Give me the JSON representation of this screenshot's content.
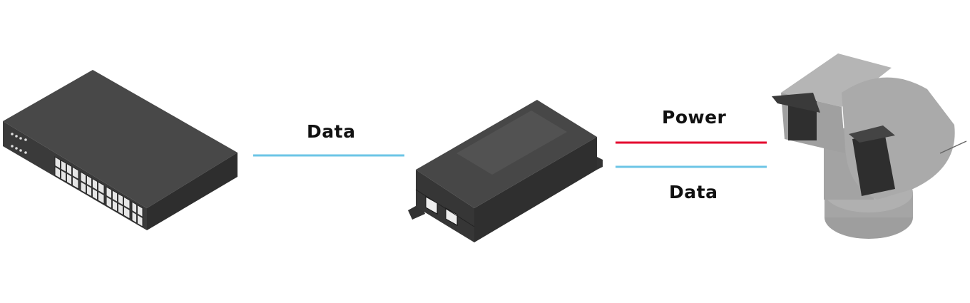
{
  "labels": {
    "left_link": "Data",
    "right_power": "Power",
    "right_data": "Data"
  },
  "devices": [
    "network-switch",
    "poe-midspan",
    "ptz-camera"
  ],
  "colors": {
    "data": "#6cc5e6",
    "power": "#e4032e",
    "device_dark": "#3d3d3d",
    "camera": "#a8a8a8"
  }
}
